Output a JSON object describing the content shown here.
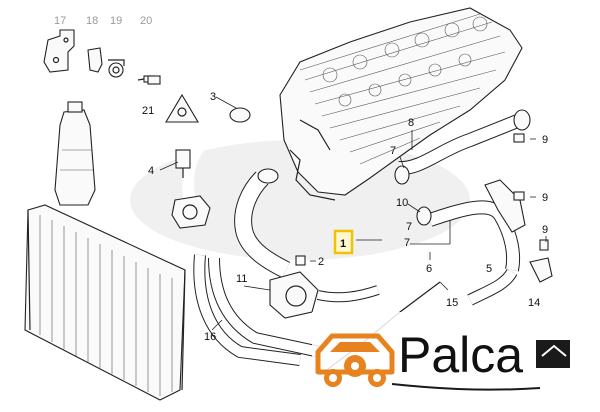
{
  "diagram": {
    "labels": [
      {
        "id": "17",
        "text": "17",
        "tone": "grey"
      },
      {
        "id": "18",
        "text": "18",
        "tone": "grey"
      },
      {
        "id": "19",
        "text": "19",
        "tone": "grey"
      },
      {
        "id": "20",
        "text": "20",
        "tone": "grey"
      },
      {
        "id": "21",
        "text": "21",
        "tone": "dark"
      },
      {
        "id": "3",
        "text": "3",
        "tone": "dark"
      },
      {
        "id": "4",
        "text": "4",
        "tone": "dark"
      },
      {
        "id": "8",
        "text": "8",
        "tone": "dark"
      },
      {
        "id": "9a",
        "text": "9",
        "tone": "dark"
      },
      {
        "id": "7a",
        "text": "7",
        "tone": "dark"
      },
      {
        "id": "9b",
        "text": "9",
        "tone": "dark"
      },
      {
        "id": "10",
        "text": "10",
        "tone": "dark"
      },
      {
        "id": "7b",
        "text": "7",
        "tone": "dark"
      },
      {
        "id": "7c",
        "text": "7",
        "tone": "dark"
      },
      {
        "id": "9c",
        "text": "9",
        "tone": "dark"
      },
      {
        "id": "1",
        "text": "1",
        "tone": "highlight"
      },
      {
        "id": "2",
        "text": "2",
        "tone": "dark"
      },
      {
        "id": "6",
        "text": "6",
        "tone": "dark"
      },
      {
        "id": "5",
        "text": "5",
        "tone": "dark"
      },
      {
        "id": "11",
        "text": "11",
        "tone": "dark"
      },
      {
        "id": "15",
        "text": "15",
        "tone": "dark"
      },
      {
        "id": "14",
        "text": "14",
        "tone": "dark"
      },
      {
        "id": "16",
        "text": "16",
        "tone": "dark"
      }
    ],
    "highlight_color": "#f2c200"
  },
  "logo": {
    "text": "Palca",
    "icon": "car-icon",
    "accent_color": "#e8821e",
    "dark_color": "#1a1a1a"
  }
}
